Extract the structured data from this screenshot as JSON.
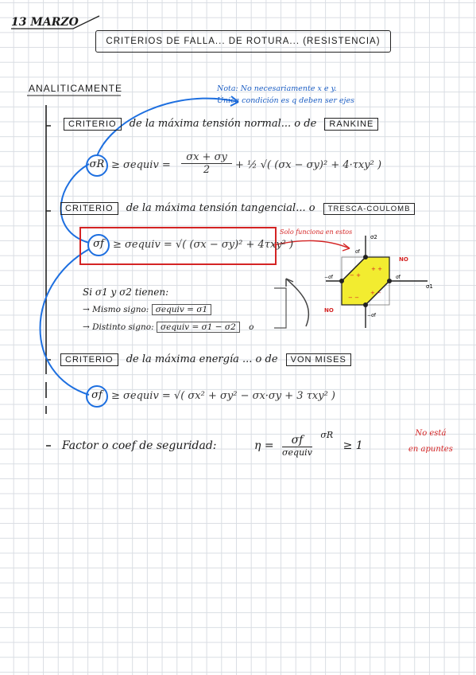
{
  "date": "13 MARZO",
  "title": "CRITERIOS DE FALLA... DE ROTURA... (RESISTENCIA)",
  "heading": "ANALITICAMENTE",
  "note": {
    "line1": "Nota: No necesariamente x e y.",
    "line2": "Única condición es q deben ser ejes"
  },
  "rankine": {
    "word": "CRITERIO",
    "text": "de la máxima tensión normal... o de",
    "name": "RANKINE",
    "sigma": "σR",
    "formula_lhs": "≥ σequiv =",
    "formula_num": "σx + σy",
    "formula_den": "2",
    "formula_rest": "+ ½ √( (σx − σy)² + 4·τxy² )"
  },
  "tresca": {
    "word": "CRITERIO",
    "text": "de la máxima tensión tangencial... o",
    "name": "TRESCA-COULOMB",
    "sigma": "σf",
    "formula": "≥ σequiv = √( (σx − σy)² + 4τxy² )",
    "red_note": "Solo funciona en estos",
    "si_line": "Si σ1 y σ2 tienen:",
    "same_sign_label": "→ Mismo signo:",
    "same_sign_formula": "σequiv = σ1",
    "diff_sign_label": "→ Distinto signo:",
    "diff_sign_formula": "σequiv = σ1 − σ2",
    "diagram": {
      "sigma2": "σ2",
      "sigma1": "σ1",
      "top": "σf",
      "bottom": "−σf",
      "left": "−σf",
      "right": "σf",
      "q_pp": "+ +",
      "q_mp": "− +",
      "q_mm": "− −",
      "q_pm": "+ −",
      "no": "NO"
    }
  },
  "vonmises": {
    "word": "CRITERIO",
    "text": "de la máxima energía ... o de",
    "name": "VON MISES",
    "sigma": "σf",
    "formula": "≥ σequiv = √( σx² + σy² − σx·σy + 3 τxy² )"
  },
  "factor": {
    "text": "Factor o coef de seguridad:",
    "eta": "η =",
    "num": "σf",
    "den": "σequiv",
    "alt": "σR",
    "cmp": "≥ 1",
    "red1": "No está",
    "red2": "en apuntes"
  }
}
